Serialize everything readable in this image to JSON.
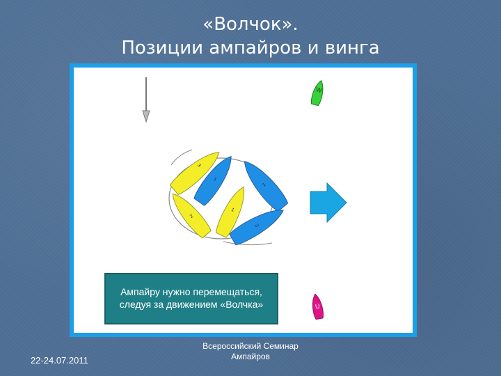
{
  "slide": {
    "title_line1": "«Волчок».",
    "title_line2": "Позиции ампайров и винга"
  },
  "diagram": {
    "wing_boat_label": "W",
    "umpire_boat_label": "U",
    "yellow_boat_labels": [
      "3",
      "1",
      "2"
    ],
    "blue_boat_labels": [
      "1",
      "1",
      "3"
    ],
    "colors": {
      "frame": "#1c9ee8",
      "yellow_boat": "#f4ee28",
      "blue_boat": "#1f8fe6",
      "wing_boat": "#38d23a",
      "umpire_boat": "#e0148a",
      "arrow": "#19a6e3",
      "note_box": "#1f7f86"
    }
  },
  "note": {
    "line1": "Ампайру нужно перемещаться,",
    "line2": "следуя за движением «Волчка»"
  },
  "footer": {
    "date": "22-24.07.2011",
    "line1": "Всероссийский Семинар",
    "line2": "Ампайров"
  }
}
